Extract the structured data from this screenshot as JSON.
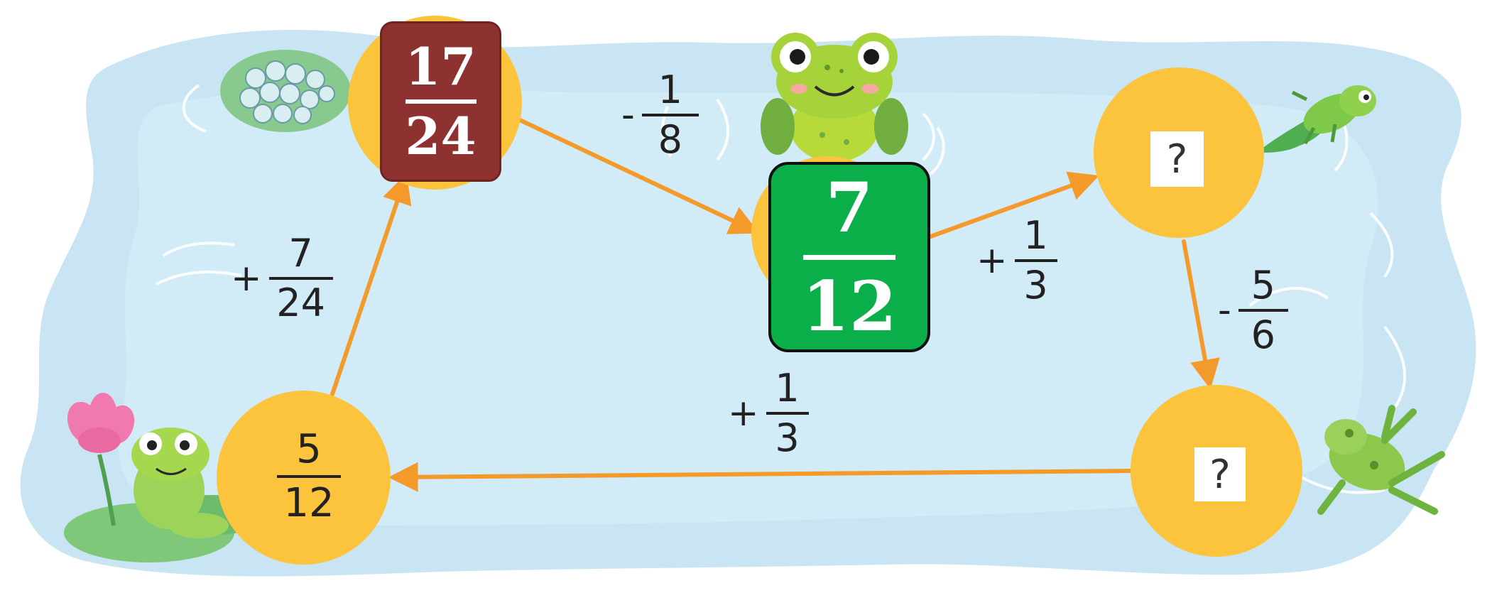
{
  "nodes": {
    "top_left": {
      "numerator": "17",
      "denominator": "24"
    },
    "center": {
      "numerator": "7",
      "denominator": "12"
    },
    "top_right": {
      "value": "?"
    },
    "bottom_right": {
      "value": "?"
    },
    "bottom_left": {
      "numerator": "5",
      "denominator": "12"
    }
  },
  "edges": {
    "top_left_to_center": {
      "sign": "-",
      "numerator": "1",
      "denominator": "8"
    },
    "center_to_top_right": {
      "sign": "+",
      "numerator": "1",
      "denominator": "3"
    },
    "top_right_to_bottom_right": {
      "sign": "-",
      "numerator": "5",
      "denominator": "6"
    },
    "bottom_right_to_bottom_left": {
      "sign": "+",
      "numerator": "1",
      "denominator": "3"
    },
    "bottom_left_to_top_left": {
      "sign": "+",
      "numerator": "7",
      "denominator": "24"
    }
  },
  "colors": {
    "water": "#c9e5f3",
    "node": "#fcc33d",
    "arrow": "#f39a2a",
    "top_left_box": "#8e3231",
    "center_box": "#0aaf49"
  }
}
